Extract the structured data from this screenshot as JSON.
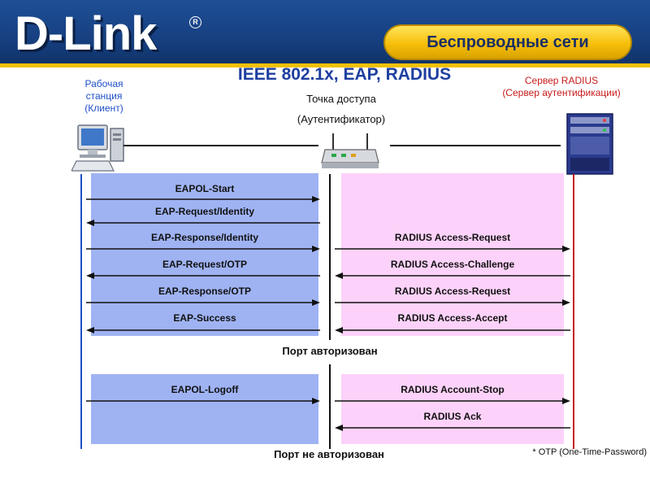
{
  "header": {
    "logo_text": "D-Link",
    "logo_mark": "R",
    "section_title": "Беспроводные сети"
  },
  "diagram": {
    "title": "IEEE 802.1x, EAP, RADIUS",
    "client_label": [
      "Рабочая",
      "станция",
      "(Клиент)"
    ],
    "ap_label_1": "Точка доступа",
    "ap_label_2": "(Аутентификатор)",
    "server_label": [
      "Сервер RADIUS",
      "(Сервер аутентификации)"
    ],
    "left_messages": [
      "EAPOL-Start",
      "EAP-Request/Identity",
      "EAP-Response/Identity",
      "EAP-Request/OTP",
      "EAP-Response/OTP",
      "EAP-Success"
    ],
    "right_messages": [
      "RADIUS Access-Request",
      "RADIUS Access-Challenge",
      "RADIUS Access-Request",
      "RADIUS Access-Accept"
    ],
    "status_authorized": "Порт авторизован",
    "left_messages_2": [
      "EAPOL-Logoff"
    ],
    "right_messages_2": [
      "RADIUS Account-Stop",
      "RADIUS Ack"
    ],
    "status_unauthorized": "Порт не авторизован",
    "footnote": "* OTP (One-Time-Password)"
  },
  "colors": {
    "header_blue": "#1f4f96",
    "accent_yellow": "#f6bf0a",
    "title_blue": "#1e3fa0",
    "client_blue": "#1e4fc8",
    "server_red": "#c81a1a",
    "panel_blue": "#9fb3f3",
    "panel_pink": "#fdd2fa"
  },
  "icons": [
    "workstation-icon",
    "access-point-icon",
    "server-rack-icon"
  ]
}
